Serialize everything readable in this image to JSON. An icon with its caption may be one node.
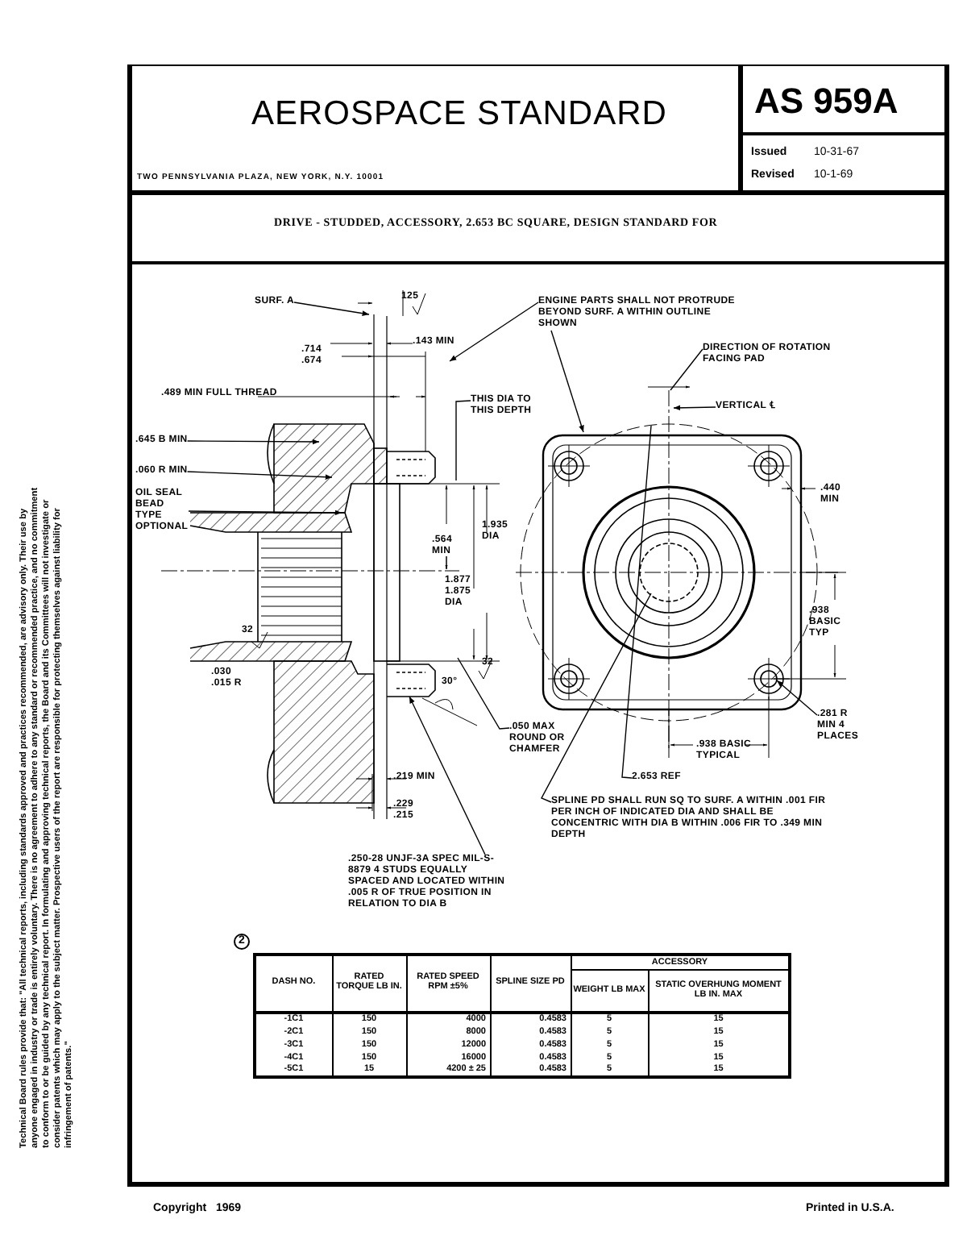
{
  "diagram": {
    "title": "DRIVE - STUDDED, ACCESSORY, 2.653 BC SQUARE, DESIGN STANDARD FOR",
    "nodes": [
      {
        "text": [
          "SURF. A"
        ]
      },
      {
        "text": [
          ".645 B MIN"
        ]
      },
      {
        "text": [
          ".060 R MIN"
        ]
      },
      {
        "text": [
          "OIL SEAL BEAD TYPE OPTIONAL"
        ]
      },
      {
        "text": [
          "THIS DIA TO THIS DEPTH"
        ]
      },
      {
        "text": [
          "ENGINE PARTS SHALL NOT PROTRUDE BEYOND SURF. A WITHIN OUTLINE SHOWN"
        ]
      },
      {
        "text": [
          "DIRECTION OF ROTATION FACING PAD"
        ]
      },
      {
        "text": [
          "VERTICAL ℄"
        ]
      },
      {
        "text": [
          ".050 MAX ROUND OR CHAMFER"
        ]
      },
      {
        "text": [
          ".250-28 UNJF-3A SPEC MIL-S-8879 4 STUDS EQUALLY SPACED AND LOCATED WITHIN .005 R OF TRUE POSITION IN RELATION TO DIA B"
        ]
      },
      {
        "text": [
          "SPLINE PD SHALL RUN SQ TO SURF. A WITHIN .001 FIR PER INCH OF INDICATED DIA AND SHALL BE CONCENTRIC WITH DIA B WITHIN .006 FIR TO .349 MIN DEPTH"
        ]
      },
      {
        "text": [
          "2.653 REF"
        ]
      },
      {
        "text": [
          ".281 R MIN 4 PLACES"
        ]
      },
      {
        "text": [],
        "shape": "picture"
      },
      {
        "text": [],
        "shape": "picture"
      }
    ],
    "edges": [
      {
        "from": 0,
        "to": 13,
        "arrow": "to"
      },
      {
        "from": 1,
        "to": 13,
        "arrow": "to"
      },
      {
        "from": 2,
        "to": 13,
        "arrow": "to"
      },
      {
        "from": 3,
        "to": 13,
        "arrow": "to"
      },
      {
        "from": 4,
        "to": 13,
        "arrow": "none"
      },
      {
        "from": 5,
        "to": 14,
        "arrow": "to"
      },
      {
        "from": 5,
        "to": 13,
        "arrow": "to"
      },
      {
        "from": 6,
        "to": 14,
        "arrow": "none"
      },
      {
        "from": 7,
        "to": 14,
        "arrow": "to"
      },
      {
        "from": 8,
        "to": 13,
        "arrow": "none"
      },
      {
        "from": 9,
        "to": 13,
        "arrow": "to"
      },
      {
        "from": 10,
        "to": 14,
        "arrow": "none"
      },
      {
        "from": 11,
        "to": 14,
        "arrow": "none"
      },
      {
        "from": 12,
        "to": 14,
        "arrow": "to"
      }
    ],
    "labels": [
      "AEROSPACE STANDARD",
      "AS 959A",
      "TWO PENNSYLVANIA PLAZA, NEW YORK, N.Y. 10001",
      "Issued",
      "10-31-67",
      "Revised",
      "10-1-69",
      "125",
      ".143 MIN",
      ".714 .674",
      ".489 MIN FULL THREAD",
      "1.935 DIA",
      ".564 MIN",
      "1.877 1.875 DIA",
      "32",
      ".030 .015 R",
      "30°",
      "32",
      ".219 MIN",
      ".229 .215",
      ".440 MIN",
      ".938 BASIC TYP",
      ".938 BASIC TYPICAL",
      "2",
      "DASH NO.",
      "RATED TORQUE LB IN.",
      "RATED SPEED RPM ±5%",
      "SPLINE SIZE PD",
      "ACCESSORY",
      "WEIGHT LB MAX",
      "STATIC OVERHUNG MOMENT LB IN. MAX",
      "-1C1",
      "150",
      "4000",
      "0.4583",
      "5",
      "15",
      "-2C1",
      "150",
      "8000",
      "0.4583",
      "5",
      "15",
      "-3C1",
      "150",
      "12000",
      "0.4583",
      "5",
      "15",
      "-4C1",
      "150",
      "16000",
      "0.4583",
      "5",
      "15",
      "-5C1",
      "15",
      "4200 ± 25",
      "0.4583",
      "5",
      "15",
      "Technical Board rules provide that: \"All technical reports, including standards approved and practices recommended, are advisory only. Their use by anyone engaged in industry or trade is entirely voluntary. There is no agreement to adhere to any standard or recommended practice, and no commitment to conform to or be guided by any technical report. In formulating and approving technical reports, the Board and its Committees will not investigate or consider patents which may apply to the subject matter. Prospective users of the report are responsible for protecting themselves against liability for infringement of patents.\"",
      "Copyright",
      "1969",
      "Printed in U.S.A."
    ]
  }
}
